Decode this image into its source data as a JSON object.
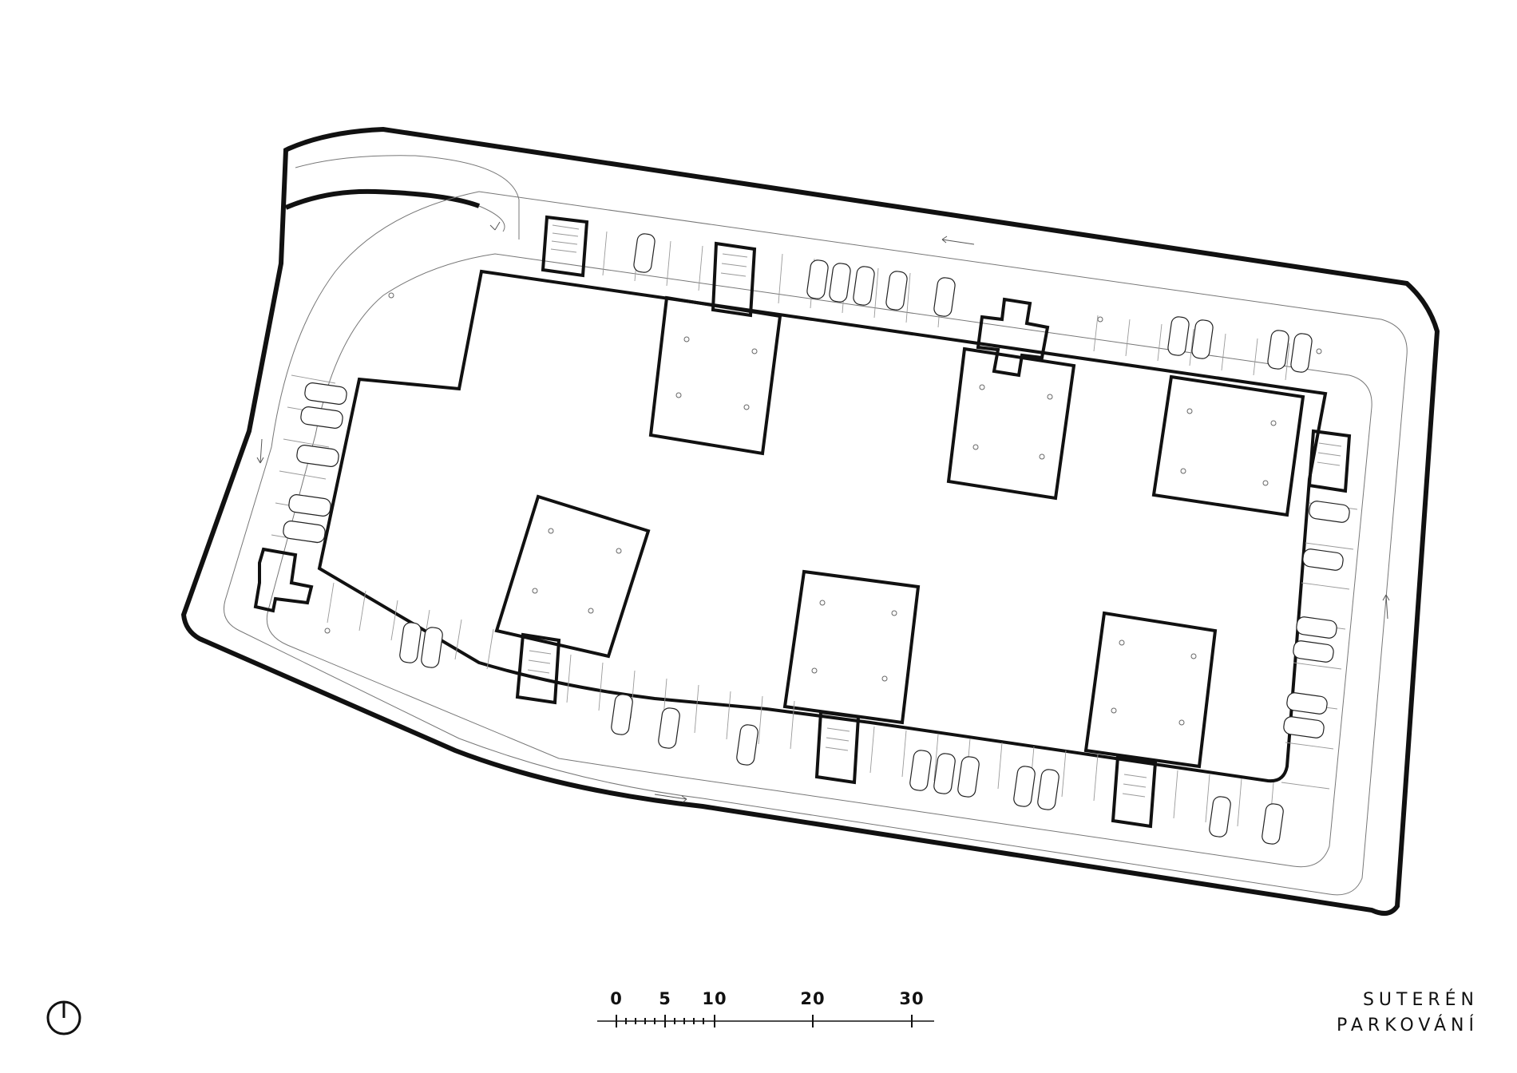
{
  "title": {
    "line1": "SUTERÉN",
    "line2": "PARKOVÁNÍ"
  },
  "scale_bar": {
    "labels": [
      "0",
      "5",
      "10",
      "20",
      "30"
    ]
  },
  "north_arrow": {
    "icon": "north-arrow-icon"
  }
}
